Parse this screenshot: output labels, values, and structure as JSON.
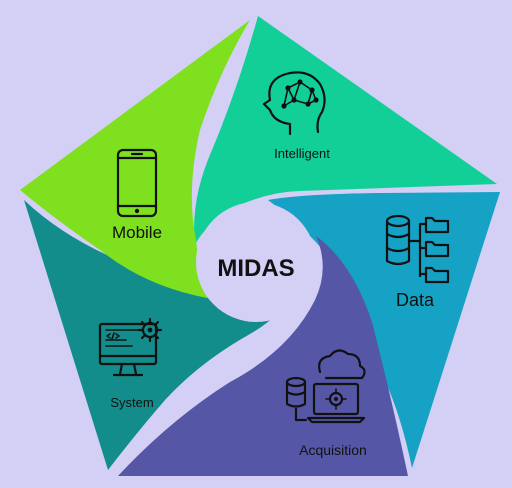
{
  "diagram": {
    "center": {
      "label": "MIDAS"
    },
    "segments": [
      {
        "key": "mobile",
        "label": "Mobile",
        "color": "#7fe01f",
        "icon": "smartphone-icon"
      },
      {
        "key": "intelligent",
        "label": "Intelligent",
        "color": "#12cf98",
        "icon": "brain-network-head-icon"
      },
      {
        "key": "data",
        "label": "Data",
        "color": "#16a2c4",
        "icon": "database-folders-icon"
      },
      {
        "key": "acquisition",
        "label": "Acquisition",
        "color": "#5557a6",
        "icon": "cloud-database-laptop-icon"
      },
      {
        "key": "system",
        "label": "System",
        "color": "#138c8c",
        "icon": "monitor-code-gear-icon"
      }
    ]
  }
}
